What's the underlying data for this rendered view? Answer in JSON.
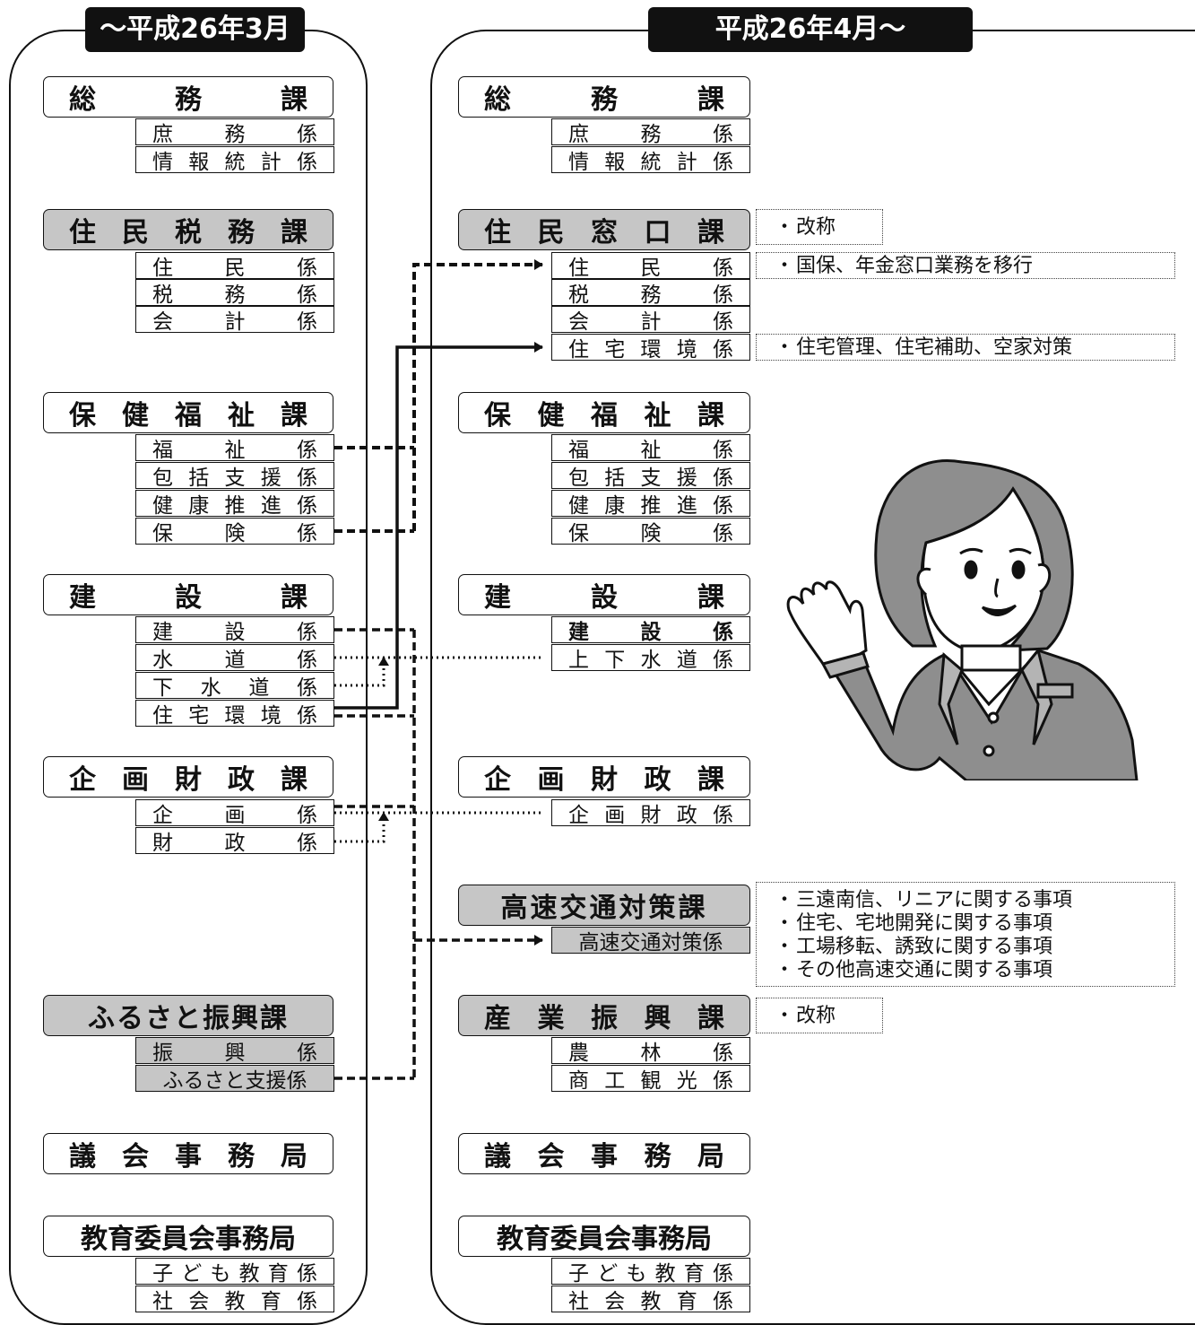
{
  "panels": {
    "before": {
      "title": "～平成26年3月"
    },
    "after": {
      "title": "平成26年4月～"
    }
  },
  "before": {
    "soumu": {
      "name": "総務課",
      "chars": [
        "総",
        "務",
        "課"
      ],
      "sections": [
        {
          "chars": [
            "庶",
            "務",
            "係"
          ]
        },
        {
          "chars": [
            "情",
            "報",
            "統",
            "計",
            "係"
          ]
        }
      ]
    },
    "juminzeimu": {
      "name": "住民税務課",
      "chars": [
        "住",
        "民",
        "税",
        "務",
        "課"
      ],
      "sections": [
        {
          "chars": [
            "住",
            "民",
            "係"
          ]
        },
        {
          "chars": [
            "税",
            "務",
            "係"
          ]
        },
        {
          "chars": [
            "会",
            "計",
            "係"
          ]
        }
      ]
    },
    "hokenfukushi": {
      "name": "保健福祉課",
      "chars": [
        "保",
        "健",
        "福",
        "祉",
        "課"
      ],
      "sections": [
        {
          "chars": [
            "福",
            "祉",
            "係"
          ]
        },
        {
          "chars": [
            "包",
            "括",
            "支",
            "援",
            "係"
          ]
        },
        {
          "chars": [
            "健",
            "康",
            "推",
            "進",
            "係"
          ]
        },
        {
          "chars": [
            "保",
            "険",
            "係"
          ]
        }
      ]
    },
    "kensetsu": {
      "name": "建設課",
      "chars": [
        "建",
        "設",
        "課"
      ],
      "sections": [
        {
          "chars": [
            "建",
            "設",
            "係"
          ]
        },
        {
          "chars": [
            "水",
            "道",
            "係"
          ]
        },
        {
          "chars": [
            "下",
            "水",
            "道",
            "係"
          ]
        },
        {
          "chars": [
            "住",
            "宅",
            "環",
            "境",
            "係"
          ]
        }
      ]
    },
    "kikakuzaisei": {
      "name": "企画財政課",
      "chars": [
        "企",
        "画",
        "財",
        "政",
        "課"
      ],
      "sections": [
        {
          "chars": [
            "企",
            "画",
            "係"
          ]
        },
        {
          "chars": [
            "財",
            "政",
            "係"
          ]
        }
      ]
    },
    "furusato": {
      "name": "ふるさと振興課",
      "sections": [
        {
          "chars": [
            "振",
            "興",
            "係"
          ]
        },
        {
          "text": "ふるさと支援係"
        }
      ]
    },
    "gikai": {
      "name": "議会事務局",
      "chars": [
        "議",
        "会",
        "事",
        "務",
        "局"
      ]
    },
    "kyoiku": {
      "name": "教育委員会事務局",
      "sections": [
        {
          "chars": [
            "子",
            "ど",
            "も",
            "教",
            "育",
            "係"
          ]
        },
        {
          "chars": [
            "社",
            "会",
            "教",
            "育",
            "係"
          ]
        }
      ]
    }
  },
  "after": {
    "soumu": {
      "name": "総務課",
      "chars": [
        "総",
        "務",
        "課"
      ],
      "sections": [
        {
          "chars": [
            "庶",
            "務",
            "係"
          ]
        },
        {
          "chars": [
            "情",
            "報",
            "統",
            "計",
            "係"
          ]
        }
      ]
    },
    "juminmadoguchi": {
      "name": "住民窓口課",
      "chars": [
        "住",
        "民",
        "窓",
        "口",
        "課"
      ],
      "sections": [
        {
          "chars": [
            "住",
            "民",
            "係"
          ]
        },
        {
          "chars": [
            "税",
            "務",
            "係"
          ]
        },
        {
          "chars": [
            "会",
            "計",
            "係"
          ]
        },
        {
          "chars": [
            "住",
            "宅",
            "環",
            "境",
            "係"
          ]
        }
      ]
    },
    "hokenfukushi": {
      "name": "保健福祉課",
      "chars": [
        "保",
        "健",
        "福",
        "祉",
        "課"
      ],
      "sections": [
        {
          "chars": [
            "福",
            "祉",
            "係"
          ]
        },
        {
          "chars": [
            "包",
            "括",
            "支",
            "援",
            "係"
          ]
        },
        {
          "chars": [
            "健",
            "康",
            "推",
            "進",
            "係"
          ]
        },
        {
          "chars": [
            "保",
            "険",
            "係"
          ]
        }
      ]
    },
    "kensetsu": {
      "name": "建設課",
      "chars": [
        "建",
        "設",
        "課"
      ],
      "sections": [
        {
          "chars": [
            "建",
            "設",
            "係"
          ]
        },
        {
          "chars": [
            "上",
            "下",
            "水",
            "道",
            "係"
          ]
        }
      ]
    },
    "kikakuzaisei": {
      "name": "企画財政課",
      "chars": [
        "企",
        "画",
        "財",
        "政",
        "課"
      ],
      "sections": [
        {
          "chars": [
            "企",
            "画",
            "財",
            "政",
            "係"
          ]
        }
      ]
    },
    "kosoku": {
      "name": "高速交通対策課",
      "sections": [
        {
          "text": "高速交通対策係"
        }
      ]
    },
    "sangyo": {
      "name": "産業振興課",
      "chars": [
        "産",
        "業",
        "振",
        "興",
        "課"
      ],
      "sections": [
        {
          "chars": [
            "農",
            "林",
            "係"
          ]
        },
        {
          "chars": [
            "商",
            "工",
            "観",
            "光",
            "係"
          ]
        }
      ]
    },
    "gikai": {
      "name": "議会事務局",
      "chars": [
        "議",
        "会",
        "事",
        "務",
        "局"
      ]
    },
    "kyoiku": {
      "name": "教育委員会事務局",
      "sections": [
        {
          "chars": [
            "子",
            "ど",
            "も",
            "教",
            "育",
            "係"
          ]
        },
        {
          "chars": [
            "社",
            "会",
            "教",
            "育",
            "係"
          ]
        }
      ]
    }
  },
  "notes": {
    "rename_jumin": [
      "改称"
    ],
    "kokuho": [
      "国保、年金窓口業務を移行"
    ],
    "jutaku": [
      "住宅管理、住宅補助、空家対策"
    ],
    "kosoku": [
      "三遠南信、リニアに関する事項",
      "住宅、宅地開発に関する事項",
      "工場移転、誘致に関する事項",
      "その他高速交通に関する事項"
    ],
    "rename_sangyo": [
      "改称"
    ]
  },
  "colors": {
    "line": "#111111",
    "shade": "#c6c6c6",
    "title_bg": "#111111",
    "figure_gray": "#8e8e8e"
  }
}
